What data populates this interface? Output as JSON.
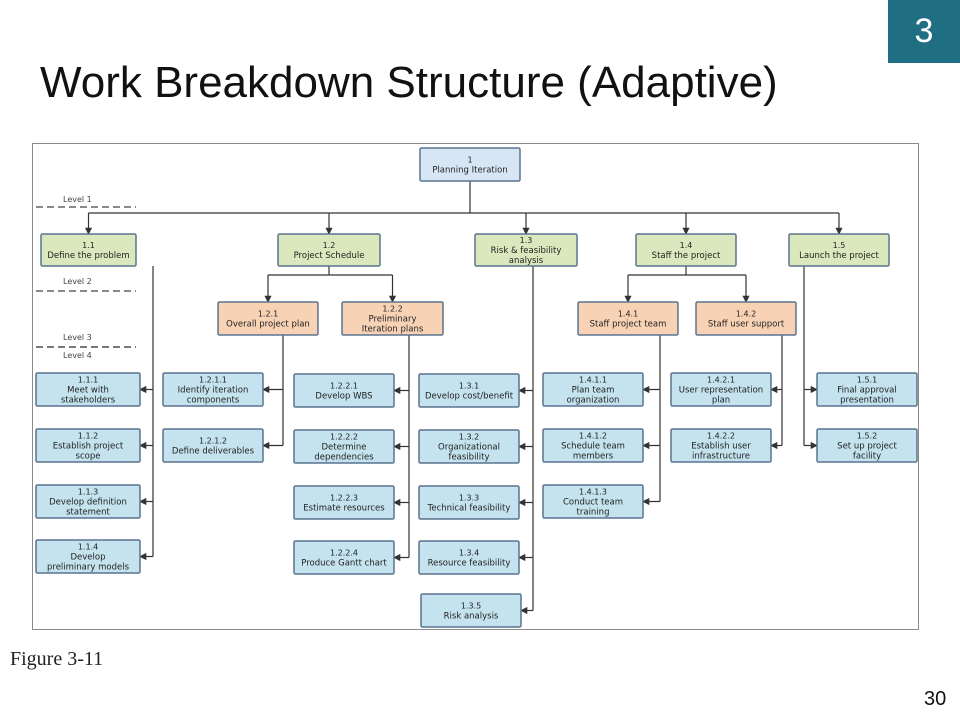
{
  "slide": {
    "chapter": "3",
    "title": "Work Breakdown Structure (Adaptive)",
    "caption": "Figure 3-11",
    "page_number": "30"
  },
  "colors": {
    "chapter_badge": "#1f6e82",
    "level1_fill": "#d6e6f4",
    "level2_fill": "#dbe8bd",
    "level3_fill": "#f8d2b5",
    "level4_fill": "#c4e3ee",
    "node_stroke": "#5a7390",
    "connector": "#333333",
    "level_line": "#444444"
  },
  "diagram": {
    "levels": [
      "Level 1",
      "Level 2",
      "Level 3",
      "Level 4"
    ],
    "nodes": [
      {
        "id": "n1",
        "level": 1,
        "number": "1",
        "label": [
          "Planning Iteration"
        ]
      },
      {
        "id": "n1_1",
        "level": 2,
        "number": "1.1",
        "label": [
          "Define the problem"
        ]
      },
      {
        "id": "n1_2",
        "level": 2,
        "number": "1.2",
        "label": [
          "Project Schedule"
        ]
      },
      {
        "id": "n1_3",
        "level": 2,
        "number": "1.3",
        "label": [
          "Risk & feasibility",
          "analysis"
        ]
      },
      {
        "id": "n1_4",
        "level": 2,
        "number": "1.4",
        "label": [
          "Staff the project"
        ]
      },
      {
        "id": "n1_5",
        "level": 2,
        "number": "1.5",
        "label": [
          "Launch the project"
        ]
      },
      {
        "id": "n1_2_1",
        "level": 3,
        "number": "1.2.1",
        "label": [
          "Overall project plan"
        ]
      },
      {
        "id": "n1_2_2",
        "level": 3,
        "number": "1.2.2",
        "label": [
          "Preliminary",
          "Iteration plans"
        ]
      },
      {
        "id": "n1_4_1",
        "level": 3,
        "number": "1.4.1",
        "label": [
          "Staff project team"
        ]
      },
      {
        "id": "n1_4_2",
        "level": 3,
        "number": "1.4.2",
        "label": [
          "Staff user support"
        ]
      },
      {
        "id": "n1_1_1",
        "level": 4,
        "number": "1.1.1",
        "label": [
          "Meet with",
          "stakeholders"
        ]
      },
      {
        "id": "n1_1_2",
        "level": 4,
        "number": "1.1.2",
        "label": [
          "Establish project",
          "scope"
        ]
      },
      {
        "id": "n1_1_3",
        "level": 4,
        "number": "1.1.3",
        "label": [
          "Develop definition",
          "statement"
        ]
      },
      {
        "id": "n1_1_4",
        "level": 4,
        "number": "1.1.4",
        "label": [
          "Develop",
          "preliminary models"
        ]
      },
      {
        "id": "n1_2_1_1",
        "level": 4,
        "number": "1.2.1.1",
        "label": [
          "Identify iteration",
          "components"
        ]
      },
      {
        "id": "n1_2_1_2",
        "level": 4,
        "number": "1.2.1.2",
        "label": [
          "Define deliverables"
        ]
      },
      {
        "id": "n1_2_2_1",
        "level": 4,
        "number": "1.2.2.1",
        "label": [
          "Develop WBS"
        ]
      },
      {
        "id": "n1_2_2_2",
        "level": 4,
        "number": "1.2.2.2",
        "label": [
          "Determine",
          "dependencies"
        ]
      },
      {
        "id": "n1_2_2_3",
        "level": 4,
        "number": "1.2.2.3",
        "label": [
          "Estimate resources"
        ]
      },
      {
        "id": "n1_2_2_4",
        "level": 4,
        "number": "1.2.2.4",
        "label": [
          "Produce Gantt chart"
        ]
      },
      {
        "id": "n1_3_1",
        "level": 4,
        "number": "1.3.1",
        "label": [
          "Develop cost/benefit"
        ]
      },
      {
        "id": "n1_3_2",
        "level": 4,
        "number": "1.3.2",
        "label": [
          "Organizational",
          "feasibility"
        ]
      },
      {
        "id": "n1_3_3",
        "level": 4,
        "number": "1.3.3",
        "label": [
          "Technical feasibility"
        ]
      },
      {
        "id": "n1_3_4",
        "level": 4,
        "number": "1.3.4",
        "label": [
          "Resource feasibility"
        ]
      },
      {
        "id": "n1_3_5",
        "level": 4,
        "number": "1.3.5",
        "label": [
          "Risk analysis"
        ]
      },
      {
        "id": "n1_4_1_1",
        "level": 4,
        "number": "1.4.1.1",
        "label": [
          "Plan team",
          "organization"
        ]
      },
      {
        "id": "n1_4_1_2",
        "level": 4,
        "number": "1.4.1.2",
        "label": [
          "Schedule team",
          "members"
        ]
      },
      {
        "id": "n1_4_1_3",
        "level": 4,
        "number": "1.4.1.3",
        "label": [
          "Conduct team",
          "training"
        ]
      },
      {
        "id": "n1_4_2_1",
        "level": 4,
        "number": "1.4.2.1",
        "label": [
          "User representation",
          "plan"
        ]
      },
      {
        "id": "n1_4_2_2",
        "level": 4,
        "number": "1.4.2.2",
        "label": [
          "Establish user",
          "infrastructure"
        ]
      },
      {
        "id": "n1_5_1",
        "level": 4,
        "number": "1.5.1",
        "label": [
          "Final approval",
          "presentation"
        ]
      },
      {
        "id": "n1_5_2",
        "level": 4,
        "number": "1.5.2",
        "label": [
          "Set up project",
          "facility"
        ]
      }
    ],
    "edges": [
      [
        "n1",
        "n1_1"
      ],
      [
        "n1",
        "n1_2"
      ],
      [
        "n1",
        "n1_3"
      ],
      [
        "n1",
        "n1_4"
      ],
      [
        "n1",
        "n1_5"
      ],
      [
        "n1_2",
        "n1_2_1"
      ],
      [
        "n1_2",
        "n1_2_2"
      ],
      [
        "n1_4",
        "n1_4_1"
      ],
      [
        "n1_4",
        "n1_4_2"
      ],
      [
        "n1_1",
        "n1_1_1"
      ],
      [
        "n1_1",
        "n1_1_2"
      ],
      [
        "n1_1",
        "n1_1_3"
      ],
      [
        "n1_1",
        "n1_1_4"
      ],
      [
        "n1_2_1",
        "n1_2_1_1"
      ],
      [
        "n1_2_1",
        "n1_2_1_2"
      ],
      [
        "n1_2_2",
        "n1_2_2_1"
      ],
      [
        "n1_2_2",
        "n1_2_2_2"
      ],
      [
        "n1_2_2",
        "n1_2_2_3"
      ],
      [
        "n1_2_2",
        "n1_2_2_4"
      ],
      [
        "n1_3",
        "n1_3_1"
      ],
      [
        "n1_3",
        "n1_3_2"
      ],
      [
        "n1_3",
        "n1_3_3"
      ],
      [
        "n1_3",
        "n1_3_4"
      ],
      [
        "n1_3",
        "n1_3_5"
      ],
      [
        "n1_4_1",
        "n1_4_1_1"
      ],
      [
        "n1_4_1",
        "n1_4_1_2"
      ],
      [
        "n1_4_1",
        "n1_4_1_3"
      ],
      [
        "n1_4_2",
        "n1_4_2_1"
      ],
      [
        "n1_4_2",
        "n1_4_2_2"
      ],
      [
        "n1_5",
        "n1_5_1"
      ],
      [
        "n1_5",
        "n1_5_2"
      ]
    ]
  }
}
